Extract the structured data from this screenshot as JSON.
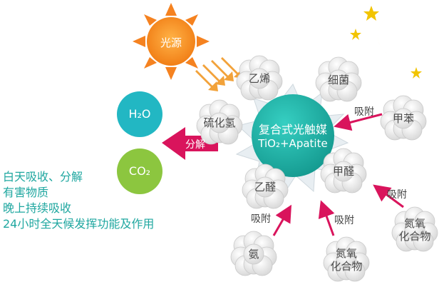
{
  "sun": {
    "label": "光源",
    "color": "#f58220"
  },
  "moon": {
    "color": "#f2c400"
  },
  "catalyst": {
    "line1": "复合式光触媒",
    "line2": "TiO₂+Apatite",
    "color": "#1fb3a8"
  },
  "products": {
    "h2o": "H₂O",
    "co2": "CO₂",
    "h2o_color": "#22b7c3",
    "co2_color": "#8cc63f"
  },
  "decompose_label": "分解",
  "arrow_color": "#d9145c",
  "pollutants": {
    "ethylene": "乙烯",
    "bacteria": "细菌",
    "h2s": "硫化氢",
    "benzene": "甲苯",
    "formaldehyde": "甲醛",
    "acetaldehyde": "乙醛",
    "ammonia": "氨",
    "nox_bottom": [
      "氮氧",
      "化合物"
    ],
    "nox_right": [
      "氮氧",
      "化合物"
    ]
  },
  "adsorb_label": "吸附",
  "notes": [
    "白天吸收、分解",
    "有害物质",
    "晚上持续吸收",
    "24小时全天候发挥功能及作用"
  ]
}
